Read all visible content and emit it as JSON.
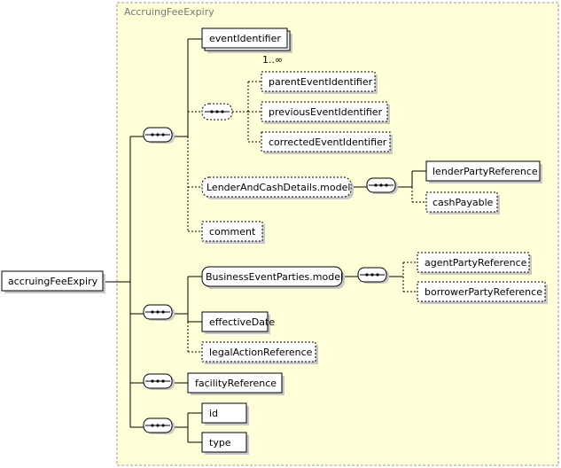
{
  "group": {
    "title": "AccruingFeeExpiry"
  },
  "root": {
    "label": "accruingFeeExpiry"
  },
  "elements": {
    "eventIdentifier": "eventIdentifier",
    "eventIdentifierCard": "1..∞",
    "parentEventIdentifier": "parentEventIdentifier",
    "previousEventIdentifier": "previousEventIdentifier",
    "correctedEventIdentifier": "correctedEventIdentifier",
    "lenderAndCashDetails": "LenderAndCashDetails.model",
    "lenderPartyReference": "lenderPartyReference",
    "cashPayable": "cashPayable",
    "comment": "comment",
    "businessEventParties": "BusinessEventParties.model",
    "agentPartyReference": "agentPartyReference",
    "borrowerPartyReference": "borrowerPartyReference",
    "effectiveDate": "effectiveDate",
    "legalActionReference": "legalActionReference",
    "facilityReference": "facilityReference",
    "id": "id",
    "type": "type"
  },
  "colors": {
    "group_fill": "#ffffd8",
    "group_border": "#999999",
    "box_fill": "#ffffff",
    "shadow": "#c8c8c8"
  }
}
